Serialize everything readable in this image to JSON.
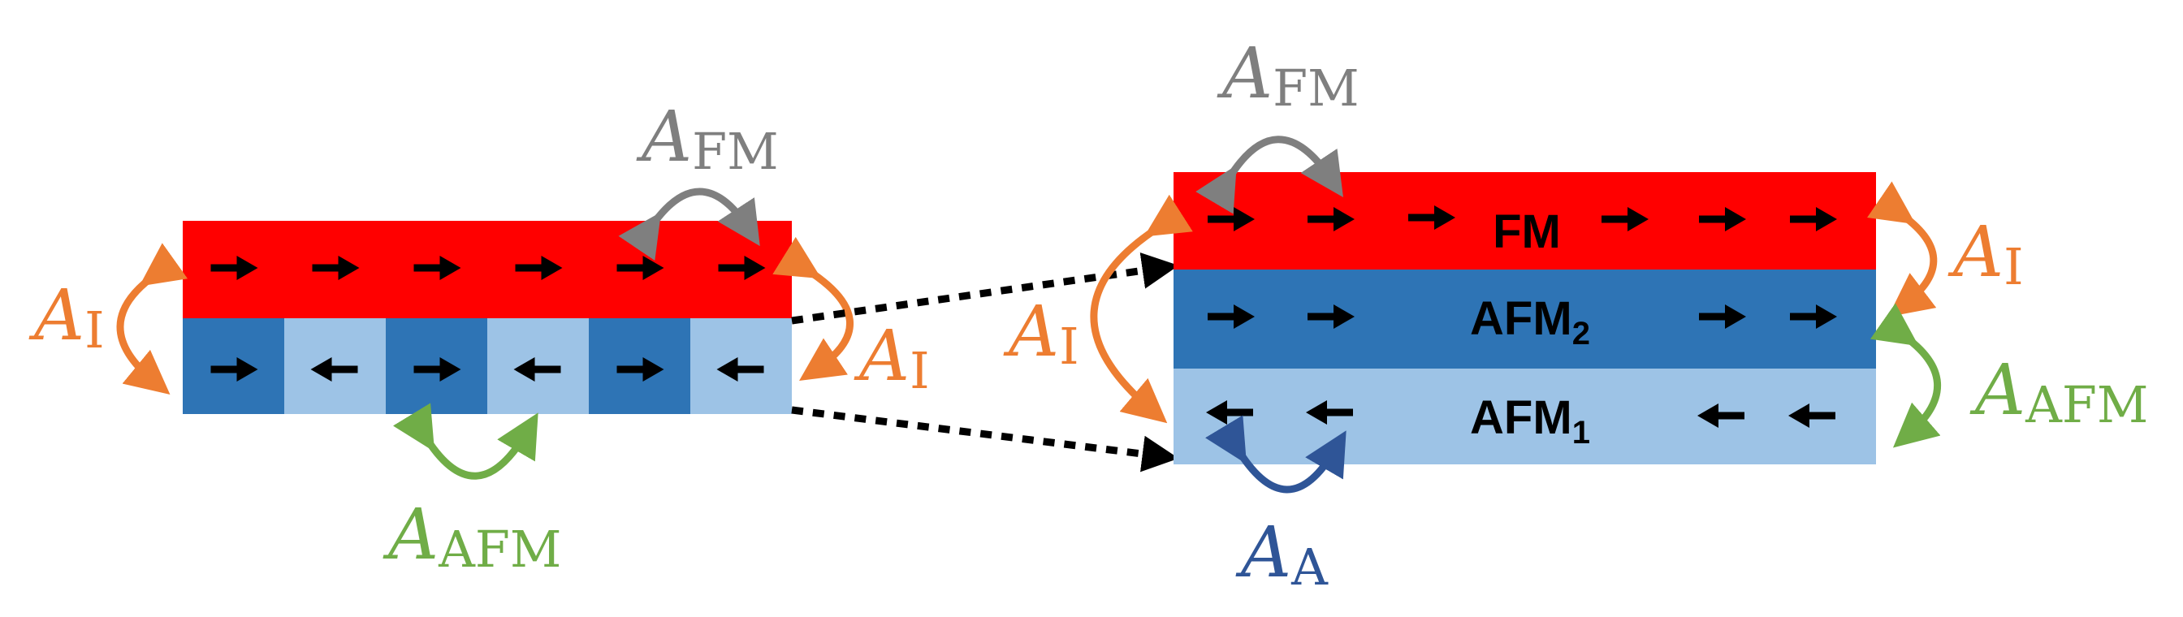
{
  "colors": {
    "fm_red": "#ff0000",
    "afm_dark": "#2e74b5",
    "afm_light": "#9dc3e6",
    "arrow_black": "#000000",
    "interface_orange": "#ed7d31",
    "afm_green": "#70ad47",
    "fm_gray": "#7f7f7f",
    "anisotropy_blue": "#2f5597"
  },
  "left_structure": {
    "fm_spins": [
      "right",
      "right",
      "right",
      "right",
      "right",
      "right"
    ],
    "afm_spins": [
      "right",
      "left",
      "right",
      "left",
      "right",
      "left"
    ],
    "afm_cell_shades": [
      "dark",
      "light",
      "dark",
      "light",
      "dark",
      "light"
    ],
    "label_fm_exchange": {
      "main": "A",
      "sub": "FM"
    },
    "label_afm_exchange": {
      "main": "A",
      "sub": "AFM"
    },
    "label_interface_left": {
      "main": "A",
      "sub": "I"
    },
    "label_interface_right": {
      "main": "A",
      "sub": "I"
    }
  },
  "right_structure": {
    "layer_fm": {
      "label": "FM",
      "spins_left": [
        "right",
        "right"
      ],
      "spins_center": [
        "right"
      ],
      "spins_right": [
        "right",
        "right",
        "right"
      ]
    },
    "layer_afm2": {
      "label_main": "AFM",
      "label_sub": "2",
      "spins_left": [
        "right",
        "right"
      ],
      "spins_right": [
        "right",
        "right"
      ]
    },
    "layer_afm1": {
      "label_main": "AFM",
      "label_sub": "1",
      "spins_left": [
        "left",
        "left"
      ],
      "spins_right": [
        "left",
        "left"
      ]
    },
    "label_fm_exchange": {
      "main": "A",
      "sub": "FM"
    },
    "label_interface_left": {
      "main": "A",
      "sub": "I"
    },
    "label_interface_right": {
      "main": "A",
      "sub": "I"
    },
    "label_afm_exchange": {
      "main": "A",
      "sub": "AFM"
    },
    "label_anisotropy": {
      "main": "A",
      "sub": "A"
    }
  }
}
